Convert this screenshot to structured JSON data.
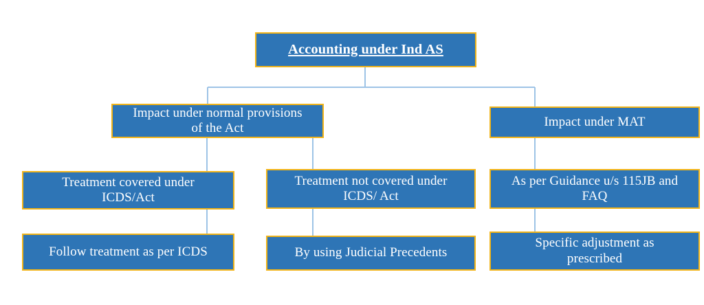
{
  "diagram": {
    "type": "flowchart",
    "orientation": "top-down",
    "title_text": "Accounting under Ind AS",
    "colors": {
      "box_fill": "#2E75B6",
      "box_border": "#F2B417",
      "box_text": "#FFFFFF",
      "connector": "#9DC3E6",
      "background": "#FFFFFF"
    },
    "nodes": {
      "title": "Accounting under Ind AS",
      "normal_provisions": "Impact under normal provisions\nof the Act",
      "mat": "Impact under MAT",
      "covered_icds": "Treatment covered under\nICDS/Act",
      "not_covered_icds": "Treatment not covered under\nICDS/ Act",
      "guidance_115jb": "As per Guidance u/s 115JB and\nFAQ",
      "follow_icds": "Follow treatment as per ICDS",
      "judicial_precedents": "By using Judicial Precedents",
      "specific_adjustment": "Specific adjustment as\nprescribed"
    },
    "edges": [
      {
        "from": "title",
        "to": "normal_provisions"
      },
      {
        "from": "title",
        "to": "mat"
      },
      {
        "from": "normal_provisions",
        "to": "covered_icds"
      },
      {
        "from": "normal_provisions",
        "to": "not_covered_icds"
      },
      {
        "from": "covered_icds",
        "to": "follow_icds"
      },
      {
        "from": "not_covered_icds",
        "to": "judicial_precedents"
      },
      {
        "from": "mat",
        "to": "guidance_115jb"
      },
      {
        "from": "guidance_115jb",
        "to": "specific_adjustment"
      }
    ]
  }
}
